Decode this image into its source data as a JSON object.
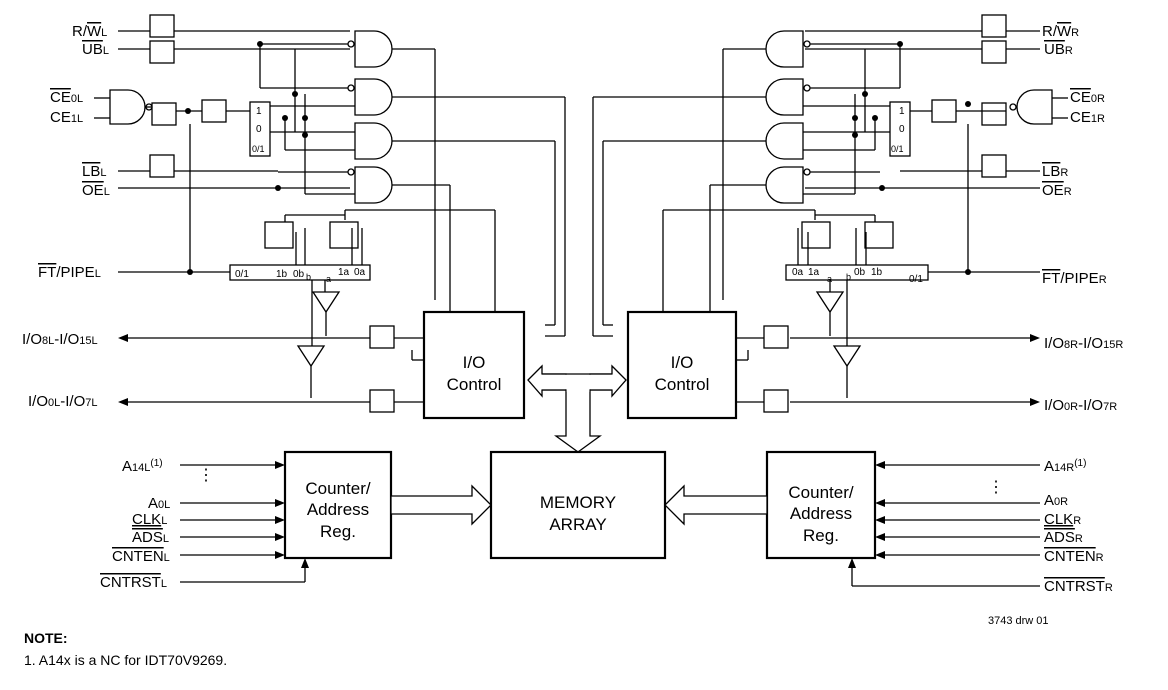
{
  "signals_left": {
    "rw": "R/W̅L",
    "ub": "UB̅L",
    "ce0": "CE0L",
    "ce1": "CE1L",
    "lb": "LBL",
    "oe": "OEL",
    "ft": "FT/PIPEL",
    "io_hi": "I/O8L-I/O15L",
    "io_lo": "I/O0L-I/O7L",
    "a14": "A14L",
    "a14_sup": "(1)",
    "a0": "A0L",
    "clk": "CLKL",
    "ads": "ADSL",
    "cnten": "CNTENL",
    "cntrst": "CNTRSTL"
  },
  "signals_right": {
    "rw": "R/WR",
    "ub": "UBR",
    "ce0": "CE0R",
    "ce1": "CE1R",
    "lb": "LBR",
    "oe": "OER",
    "ft": "FT/PIPER",
    "io_hi": "I/O8R-I/O15R",
    "io_lo": "I/O0R-I/O7R",
    "a14": "A14R",
    "a14_sup": "(1)",
    "a0": "A0R",
    "clk": "CLKR",
    "ads": "ADSR",
    "cnten": "CNTENR",
    "cntrst": "CNTRSTR"
  },
  "blocks": {
    "io_control_line1": "I/O",
    "io_control_line2": "Control",
    "counter_line1": "Counter/",
    "counter_line2": "Address",
    "counter_line3": "Reg.",
    "memory_line1": "MEMORY",
    "memory_line2": "ARRAY"
  },
  "mux": {
    "s1": "1",
    "s0": "0",
    "s01": "0/1",
    "left_bar": [
      "0/1",
      "1b",
      "0b",
      "b",
      "a",
      "1a",
      "0a"
    ],
    "right_bar": [
      "0a",
      "1a",
      "a",
      "b",
      "0b",
      "1b",
      "0/1"
    ]
  },
  "drawing_id": "3743 drw 01",
  "note_title": "NOTE:",
  "note_text": "1.   A14x is a NC for IDT70V9269."
}
